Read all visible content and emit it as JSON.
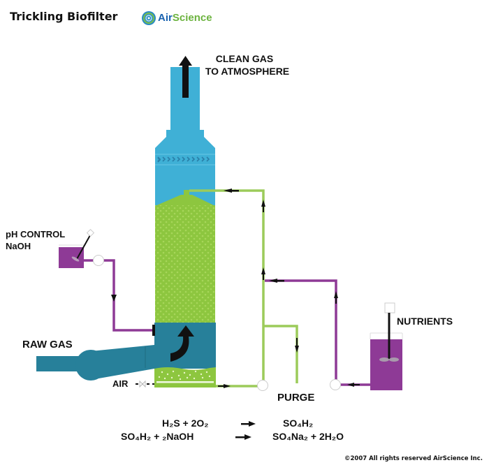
{
  "header": {
    "title": "Trickling Biofilter",
    "brand_air": "Air",
    "brand_science": "Science"
  },
  "labels": {
    "clean_gas_line1": "CLEAN  GAS",
    "clean_gas_line2": "TO  ATMOSPHERE",
    "ph_control_line1": "pH  CONTROL",
    "ph_control_line2": "NaOH",
    "raw_gas": "RAW  GAS",
    "air": "AIR",
    "purge": "PURGE",
    "nutrients": "NUTRIENTS"
  },
  "equations": [
    {
      "reactants": "H₂S  +  2O₂",
      "products": "SO₄H₂"
    },
    {
      "reactants": "SO₄H₂  +  ₂NaOH",
      "products": "SO₄Na₂  +  2H₂O"
    }
  ],
  "footer": {
    "copyright": "©2007 All rights reserved AirScience Inc."
  },
  "colors": {
    "tower_blue": "#3fb0d6",
    "media_green": "#8dc63f",
    "sump_teal": "#27809a",
    "naoh_purple": "#8e3a96",
    "pipe_green": "#9ccb5a",
    "pipe_purple": "#8e3a96",
    "brand_blue": "#1a63b0",
    "brand_green": "#6cb33f"
  }
}
